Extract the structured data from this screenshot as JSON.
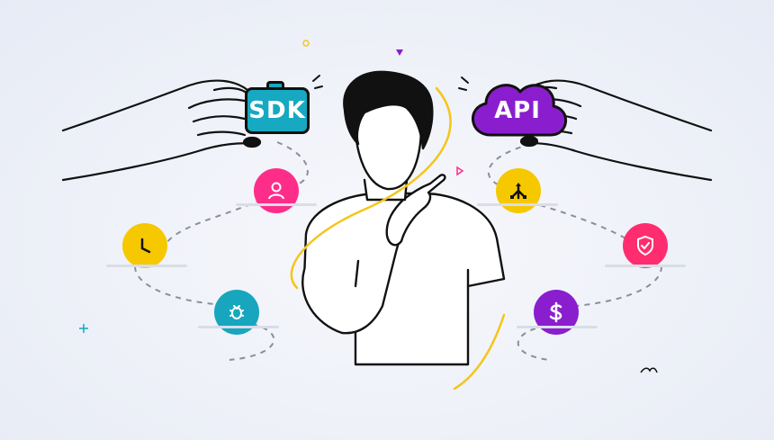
{
  "labels": {
    "sdk": "SDK",
    "api": "API"
  },
  "colors": {
    "background": "#eef1f8",
    "sdk_teal": "#16a9c1",
    "api_purple": "#8a1ecf",
    "user_pink": "#ff2d8a",
    "clock_yellow": "#f6c800",
    "bug_teal": "#17a6bd",
    "network_yellow": "#f6c800",
    "shield_pink": "#ff2d6f",
    "dollar_purple": "#8a1ecf",
    "accent_line": "#f5c518",
    "outline": "#111111"
  },
  "icons": [
    "user-icon",
    "clock-icon",
    "bug-icon",
    "network-icon",
    "shield-check-icon",
    "dollar-icon",
    "cloud-icon",
    "camera-box-icon",
    "person-thinking-illustration"
  ]
}
